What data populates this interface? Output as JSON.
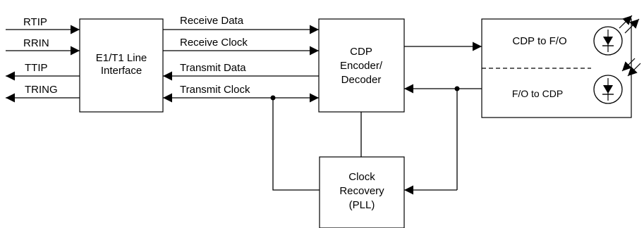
{
  "external_signals": {
    "rtip": "RTIP",
    "rrin": "RRIN",
    "ttip": "TTIP",
    "tring": "TRING"
  },
  "line_interface": {
    "line1": "E1/T1 Line",
    "line2": "Interface"
  },
  "signals": {
    "receive_data": "Receive Data",
    "receive_clock": "Receive Clock",
    "transmit_data": "Transmit Data",
    "transmit_clock": "Transmit Clock"
  },
  "codec": {
    "line1": "CDP",
    "line2": "Encoder/",
    "line3": "Decoder"
  },
  "clock_recovery": {
    "line1": "Clock",
    "line2": "Recovery",
    "line3": "(PLL)"
  },
  "optical": {
    "tx": "CDP to F/O",
    "rx": "F/O to CDP"
  },
  "icons": [
    "led-icon",
    "photodiode-icon",
    "light-emission-icon",
    "light-reception-icon"
  ],
  "colors": {
    "line": "#000000",
    "background": "#ffffff"
  }
}
